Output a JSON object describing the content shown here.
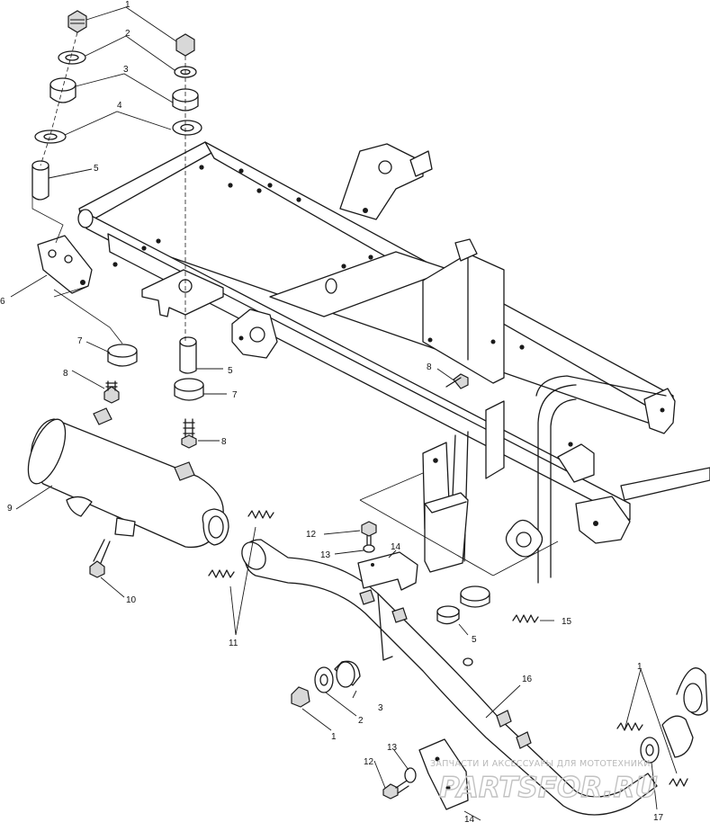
{
  "callouts": [
    {
      "id": "c1a",
      "text": "1"
    },
    {
      "id": "c2a",
      "text": "2"
    },
    {
      "id": "c3a",
      "text": "3"
    },
    {
      "id": "c4a",
      "text": "4"
    },
    {
      "id": "c5a",
      "text": "5"
    },
    {
      "id": "c6",
      "text": "6"
    },
    {
      "id": "c7a",
      "text": "7"
    },
    {
      "id": "c8a",
      "text": "8"
    },
    {
      "id": "c5b",
      "text": "5"
    },
    {
      "id": "c7b",
      "text": "7"
    },
    {
      "id": "c8b",
      "text": "8"
    },
    {
      "id": "c8c",
      "text": "8"
    },
    {
      "id": "c9",
      "text": "9"
    },
    {
      "id": "c10",
      "text": "10"
    },
    {
      "id": "c11",
      "text": "11"
    },
    {
      "id": "c12a",
      "text": "12"
    },
    {
      "id": "c13a",
      "text": "13"
    },
    {
      "id": "c14a",
      "text": "14"
    },
    {
      "id": "c15",
      "text": "15"
    },
    {
      "id": "c5c",
      "text": "5"
    },
    {
      "id": "c16",
      "text": "16"
    },
    {
      "id": "c3b",
      "text": "3"
    },
    {
      "id": "c2b",
      "text": "2"
    },
    {
      "id": "c1b",
      "text": "1"
    },
    {
      "id": "c13b",
      "text": "13"
    },
    {
      "id": "c12b",
      "text": "12"
    },
    {
      "id": "c14b",
      "text": "14"
    },
    {
      "id": "c1c",
      "text": "1"
    },
    {
      "id": "c17",
      "text": "17"
    }
  ],
  "watermark": {
    "text": "ЗАПЧАСТИ И АКСЕССУАРЫ ДЛЯ МОТОТЕХНИКИ",
    "logo": "PARTSFOR.RU"
  }
}
